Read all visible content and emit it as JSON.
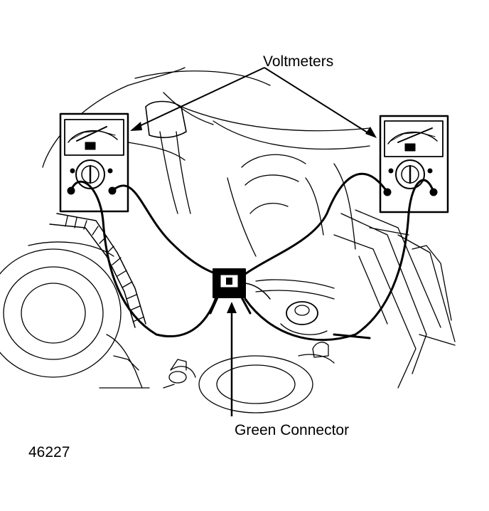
{
  "callouts": {
    "voltmeters": "Voltmeters",
    "green_connector": "Green Connector"
  },
  "figure_number": "46227",
  "colors": {
    "ink": "#000000",
    "paper": "#ffffff"
  }
}
